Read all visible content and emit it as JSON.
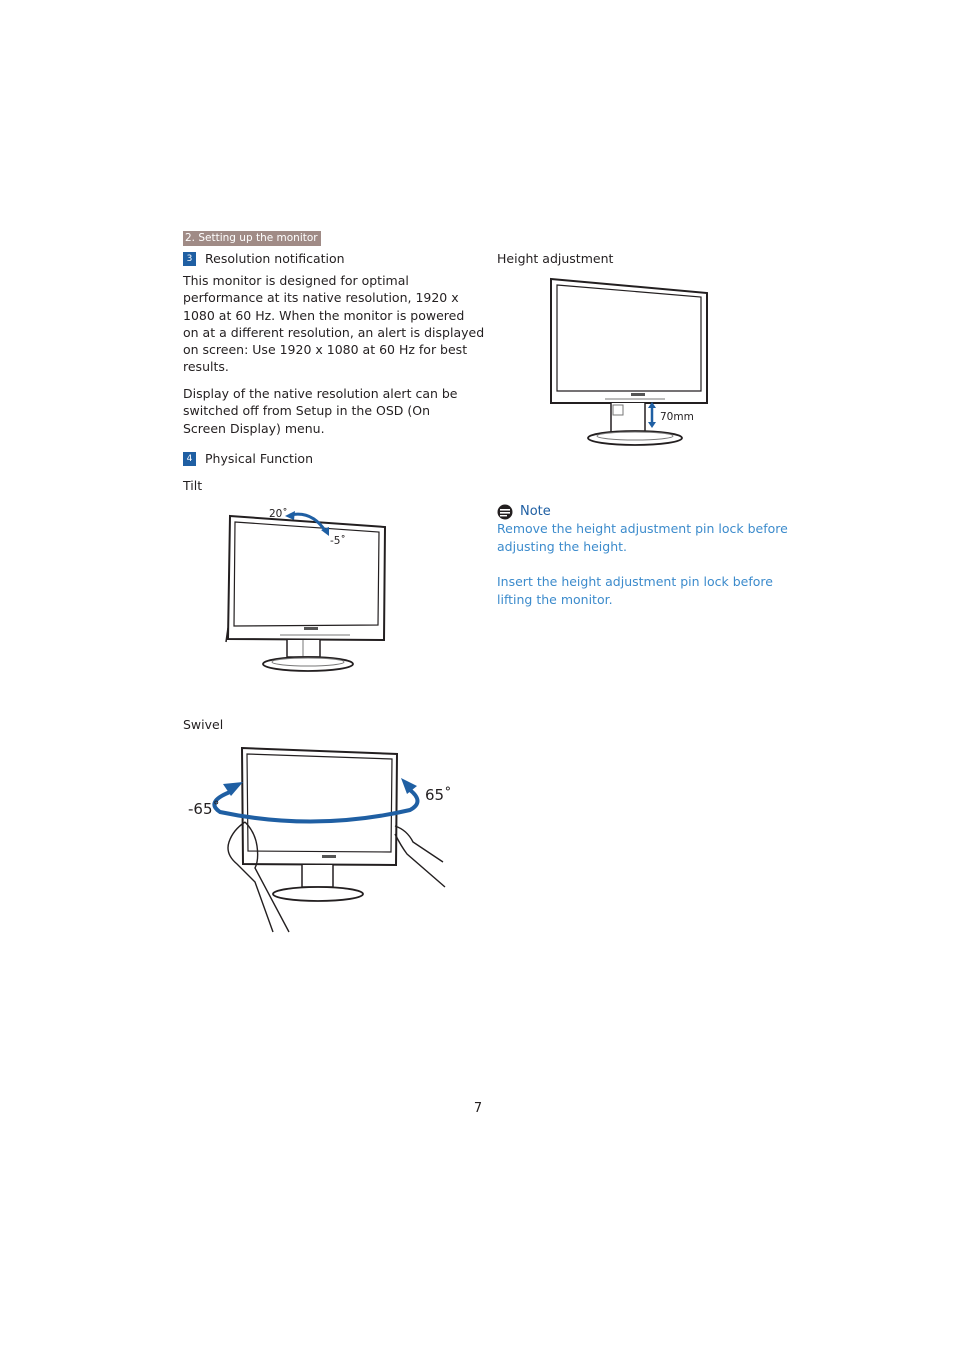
{
  "header": {
    "section": "2. Setting up the monitor"
  },
  "resolution": {
    "number": "3",
    "title": "Resolution notification",
    "paragraph1": [
      "This monitor is designed for optimal",
      "performance at its native resolution, 1920 x",
      "1080 at 60 Hz. When the monitor is powered",
      "on at a different resolution, an alert is displayed",
      "on screen: Use 1920 x 1080 at 60 Hz for best",
      "results."
    ],
    "paragraph2": [
      "Display of the native resolution alert can be",
      "switched off from Setup in the OSD (On",
      "Screen Display) menu."
    ]
  },
  "physical": {
    "number": "4",
    "title": "Physical Function",
    "tilt": {
      "label": "Tilt",
      "angle_up": "20˚",
      "angle_down": "-5˚"
    },
    "swivel": {
      "label": "Swivel",
      "angle_left": "-65˚",
      "angle_right": "65˚"
    },
    "height": {
      "label": "Height adjustment",
      "range": "70mm"
    }
  },
  "note": {
    "title": "Note",
    "line1": [
      "Remove the height adjustment pin lock before",
      "adjusting the height."
    ],
    "line2": [
      "Insert the height adjustment pin lock before",
      "lifting the monitor."
    ]
  },
  "page_number": "7",
  "colors": {
    "accent": "#1f5fa3",
    "note_text": "#3c8bcc",
    "tag_bg": "#a08b86"
  }
}
